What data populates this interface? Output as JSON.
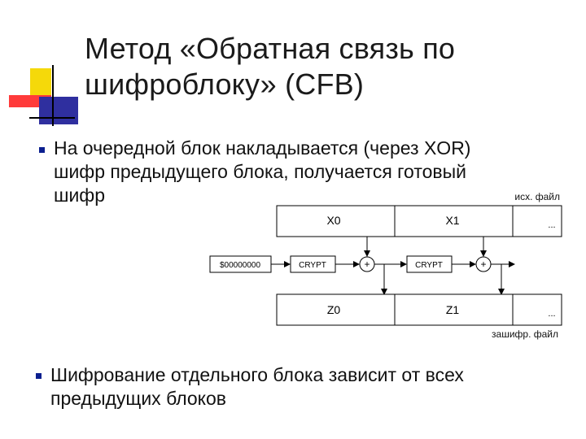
{
  "slide": {
    "title_line1": "Метод «Обратная связь по",
    "title_line2": "шифроблоку» (CFB)",
    "bullet1_lines": [
      "На очередной блок накладывается (через XOR)",
      "шифр предыдущего блока, получается готовый",
      "шифр"
    ],
    "bullet2_lines": [
      "Шифрование отдельного блока зависит от всех",
      "предыдущих блоков"
    ]
  },
  "diagram": {
    "source_label": "исх. файл",
    "result_label": "зашифр. файл",
    "plain_blocks": [
      "X0",
      "X1",
      "..."
    ],
    "cipher_blocks": [
      "Z0",
      "Z1",
      "..."
    ],
    "iv_label": "$00000000",
    "crypt_label": "CRYPT",
    "xor_symbol": "+"
  }
}
